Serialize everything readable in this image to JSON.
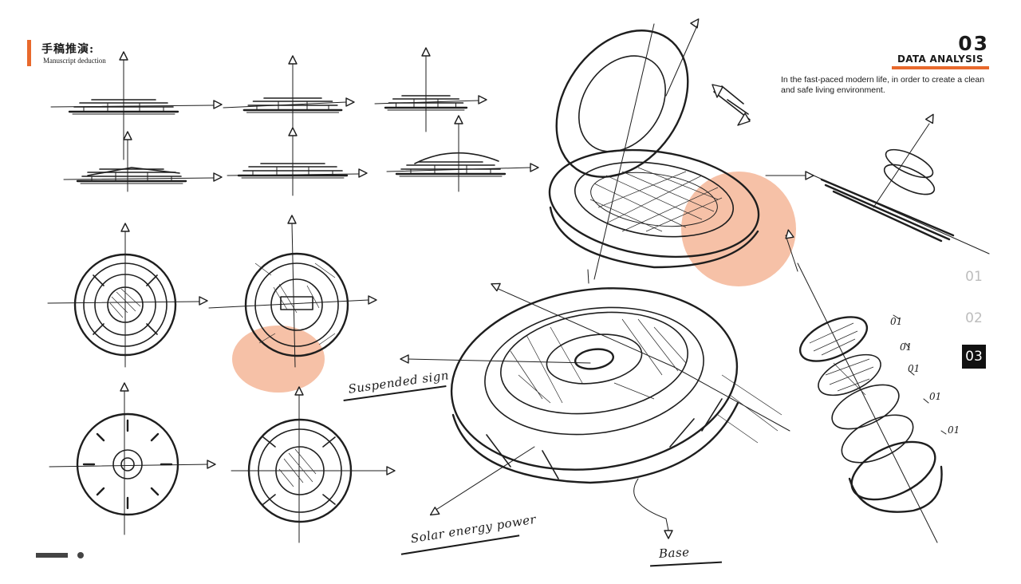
{
  "header": {
    "title_zh": "手稿推演:",
    "title_en": "Manuscript deduction",
    "accent_color": "#e8692c"
  },
  "section": {
    "number": "03",
    "tag": "DATA ANALYSIS",
    "description": "In the fast-paced modern life, in order to create a clean and safe living environment."
  },
  "steps": [
    {
      "label": "01",
      "active": false
    },
    {
      "label": "02",
      "active": false
    },
    {
      "label": "03",
      "active": true
    }
  ],
  "annotations": {
    "suspended": "Suspended sign",
    "solar": "Solar energy power",
    "base": "Base",
    "layers": [
      "01",
      "01",
      "01",
      "01",
      "01"
    ]
  },
  "colors": {
    "blob": "#f3b08e",
    "ink": "#1e1e1e"
  }
}
